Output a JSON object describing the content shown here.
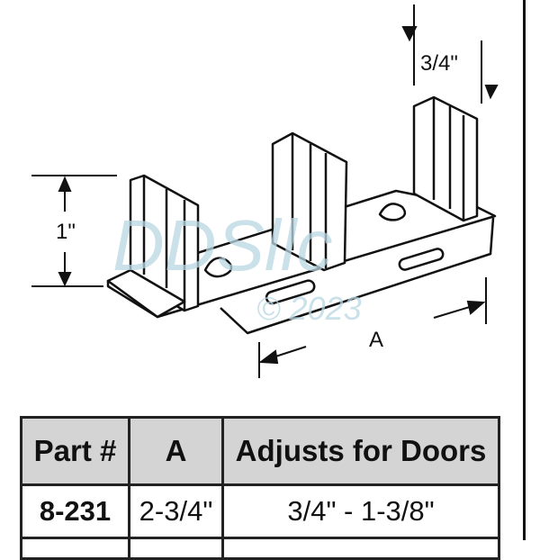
{
  "diagram": {
    "dimensions": {
      "height": "1\"",
      "tab_height": "3/4\"",
      "length": "A"
    },
    "watermark": {
      "brand": "DDSllc",
      "copyright": "© 2023"
    }
  },
  "table": {
    "headers": [
      "Part #",
      "A",
      "Adjusts for Doors"
    ],
    "rows": [
      {
        "part": "8-231",
        "a": "2-3/4\"",
        "adjusts": "3/4\" - 1-3/8\""
      }
    ]
  }
}
